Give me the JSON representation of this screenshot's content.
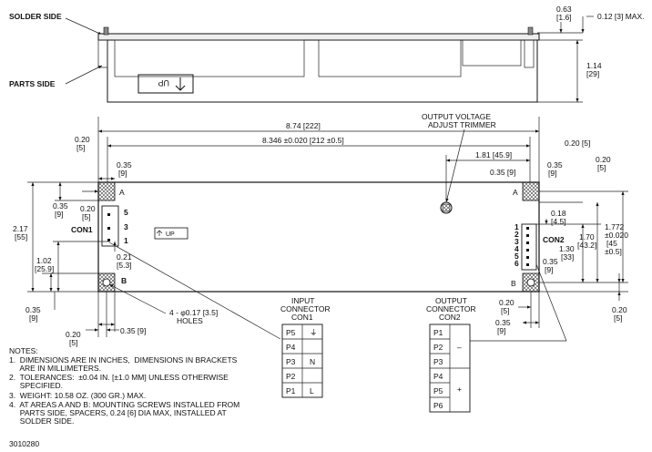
{
  "side_view": {
    "solder_side": "SOLDER SIDE",
    "parts_side": "PARTS SIDE",
    "up_mark": "UP",
    "dim_063": "0.63",
    "dim_063_mm": "[1.6]",
    "dim_012": "0.12 [3] MAX.",
    "dim_114": "1.14",
    "dim_114_mm": "[29]"
  },
  "top_view": {
    "dim_874": "8.74 [222]",
    "dim_8346": "8.346 ±0.020 [212 ±0.5]",
    "dim_020_left": "0.20",
    "dim_020_left_mm": "[5]",
    "dim_020_right": "0.20 [5]",
    "dim_020_far_right": "0.20",
    "dim_020_far_right_mm": "[5]",
    "dim_035_top": "0.35",
    "dim_035_top_mm": "[9]",
    "dim_035_r": "0.35",
    "dim_035_r_mm": "[9]",
    "dim_035_r9": "0.35 [9]",
    "dim_181": "1.81 [45.9]",
    "output_voltage": "OUTPUT VOLTAGE",
    "adjust_trimmer": "ADJUST TRIMMER",
    "dim_035_left": "0.35",
    "dim_035_left_mm": "[9]",
    "dim_020_b": "0.20",
    "dim_020_b_mm": "[5]",
    "dim_217": "2.17",
    "dim_217_mm": "[55]",
    "con1": "CON1",
    "con2": "CON2",
    "a_left": "A",
    "a_right": "A",
    "b_left": "B",
    "b_right": "B",
    "pin5": "5",
    "pin3": "3",
    "pin1": "1",
    "con2_pins": [
      "1",
      "2",
      "3",
      "4",
      "5",
      "6"
    ],
    "up_mark": "UP",
    "dim_021": "0.21",
    "dim_021_mm": "[5.3]",
    "dim_102": "1.02",
    "dim_102_mm": "[25.9]",
    "dim_018": "0.18",
    "dim_018_mm": "[4.5]",
    "dim_170": "1.70",
    "dim_170_mm": "[43.2]",
    "dim_130": "1.30",
    "dim_130_mm": "[33]",
    "dim_1772": "1.772",
    "dim_1772_tol": "±0.020",
    "dim_1772_mm": "[45",
    "dim_1772_mm2": "±0.5]",
    "dim_035_con2": "0.35",
    "dim_035_con2_mm": "[9]",
    "dim_035_bl": "0.35",
    "dim_035_bl_mm": "[9]",
    "dim_020_bl": "0.20",
    "dim_020_bl_mm": "[5]",
    "dim_035_9": "0.35 [9]",
    "holes_1": "4 - φ0.17 [3.5]",
    "holes_2": "HOLES",
    "dim_020_br": "0.20",
    "dim_020_br_mm": "[5]",
    "dim_035_br": "0.35",
    "dim_035_br_mm": "[9]",
    "dim_020_rr": "0.20",
    "dim_020_rr_mm": "[5]"
  },
  "input_connector": {
    "title1": "INPUT",
    "title2": "CONNECTOR",
    "title3": "CON1",
    "rows": [
      {
        "pin": "P5",
        "sig": "⏚"
      },
      {
        "pin": "P4",
        "sig": ""
      },
      {
        "pin": "P3",
        "sig": "N"
      },
      {
        "pin": "P2",
        "sig": ""
      },
      {
        "pin": "P1",
        "sig": "L"
      }
    ]
  },
  "output_connector": {
    "title1": "OUTPUT",
    "title2": "CONNECTOR",
    "title3": "CON2",
    "pins": [
      "P1",
      "P2",
      "P3",
      "P4",
      "P5",
      "P6"
    ],
    "minus": "–",
    "plus": "+"
  },
  "notes": {
    "heading": "NOTES:",
    "lines": [
      "1.  DIMENSIONS ARE IN INCHES,  DIMENSIONS IN BRACKETS",
      "     ARE IN MILLIMETERS.",
      "2.  TOLERANCES:  ±0.04 IN. [±1.0 MM] UNLESS OTHERWISE",
      "     SPECIFIED.",
      "3.  WEIGHT: 10.58 OZ. (300 GR.) MAX.",
      "4.  AT AREAS A AND B: MOUNTING SCREWS INSTALLED FROM",
      "     PARTS SIDE, SPACERS, 0.24 [6] DIA MAX, INSTALLED AT",
      "     SOLDER SIDE."
    ]
  },
  "drawing_number": "3010280"
}
